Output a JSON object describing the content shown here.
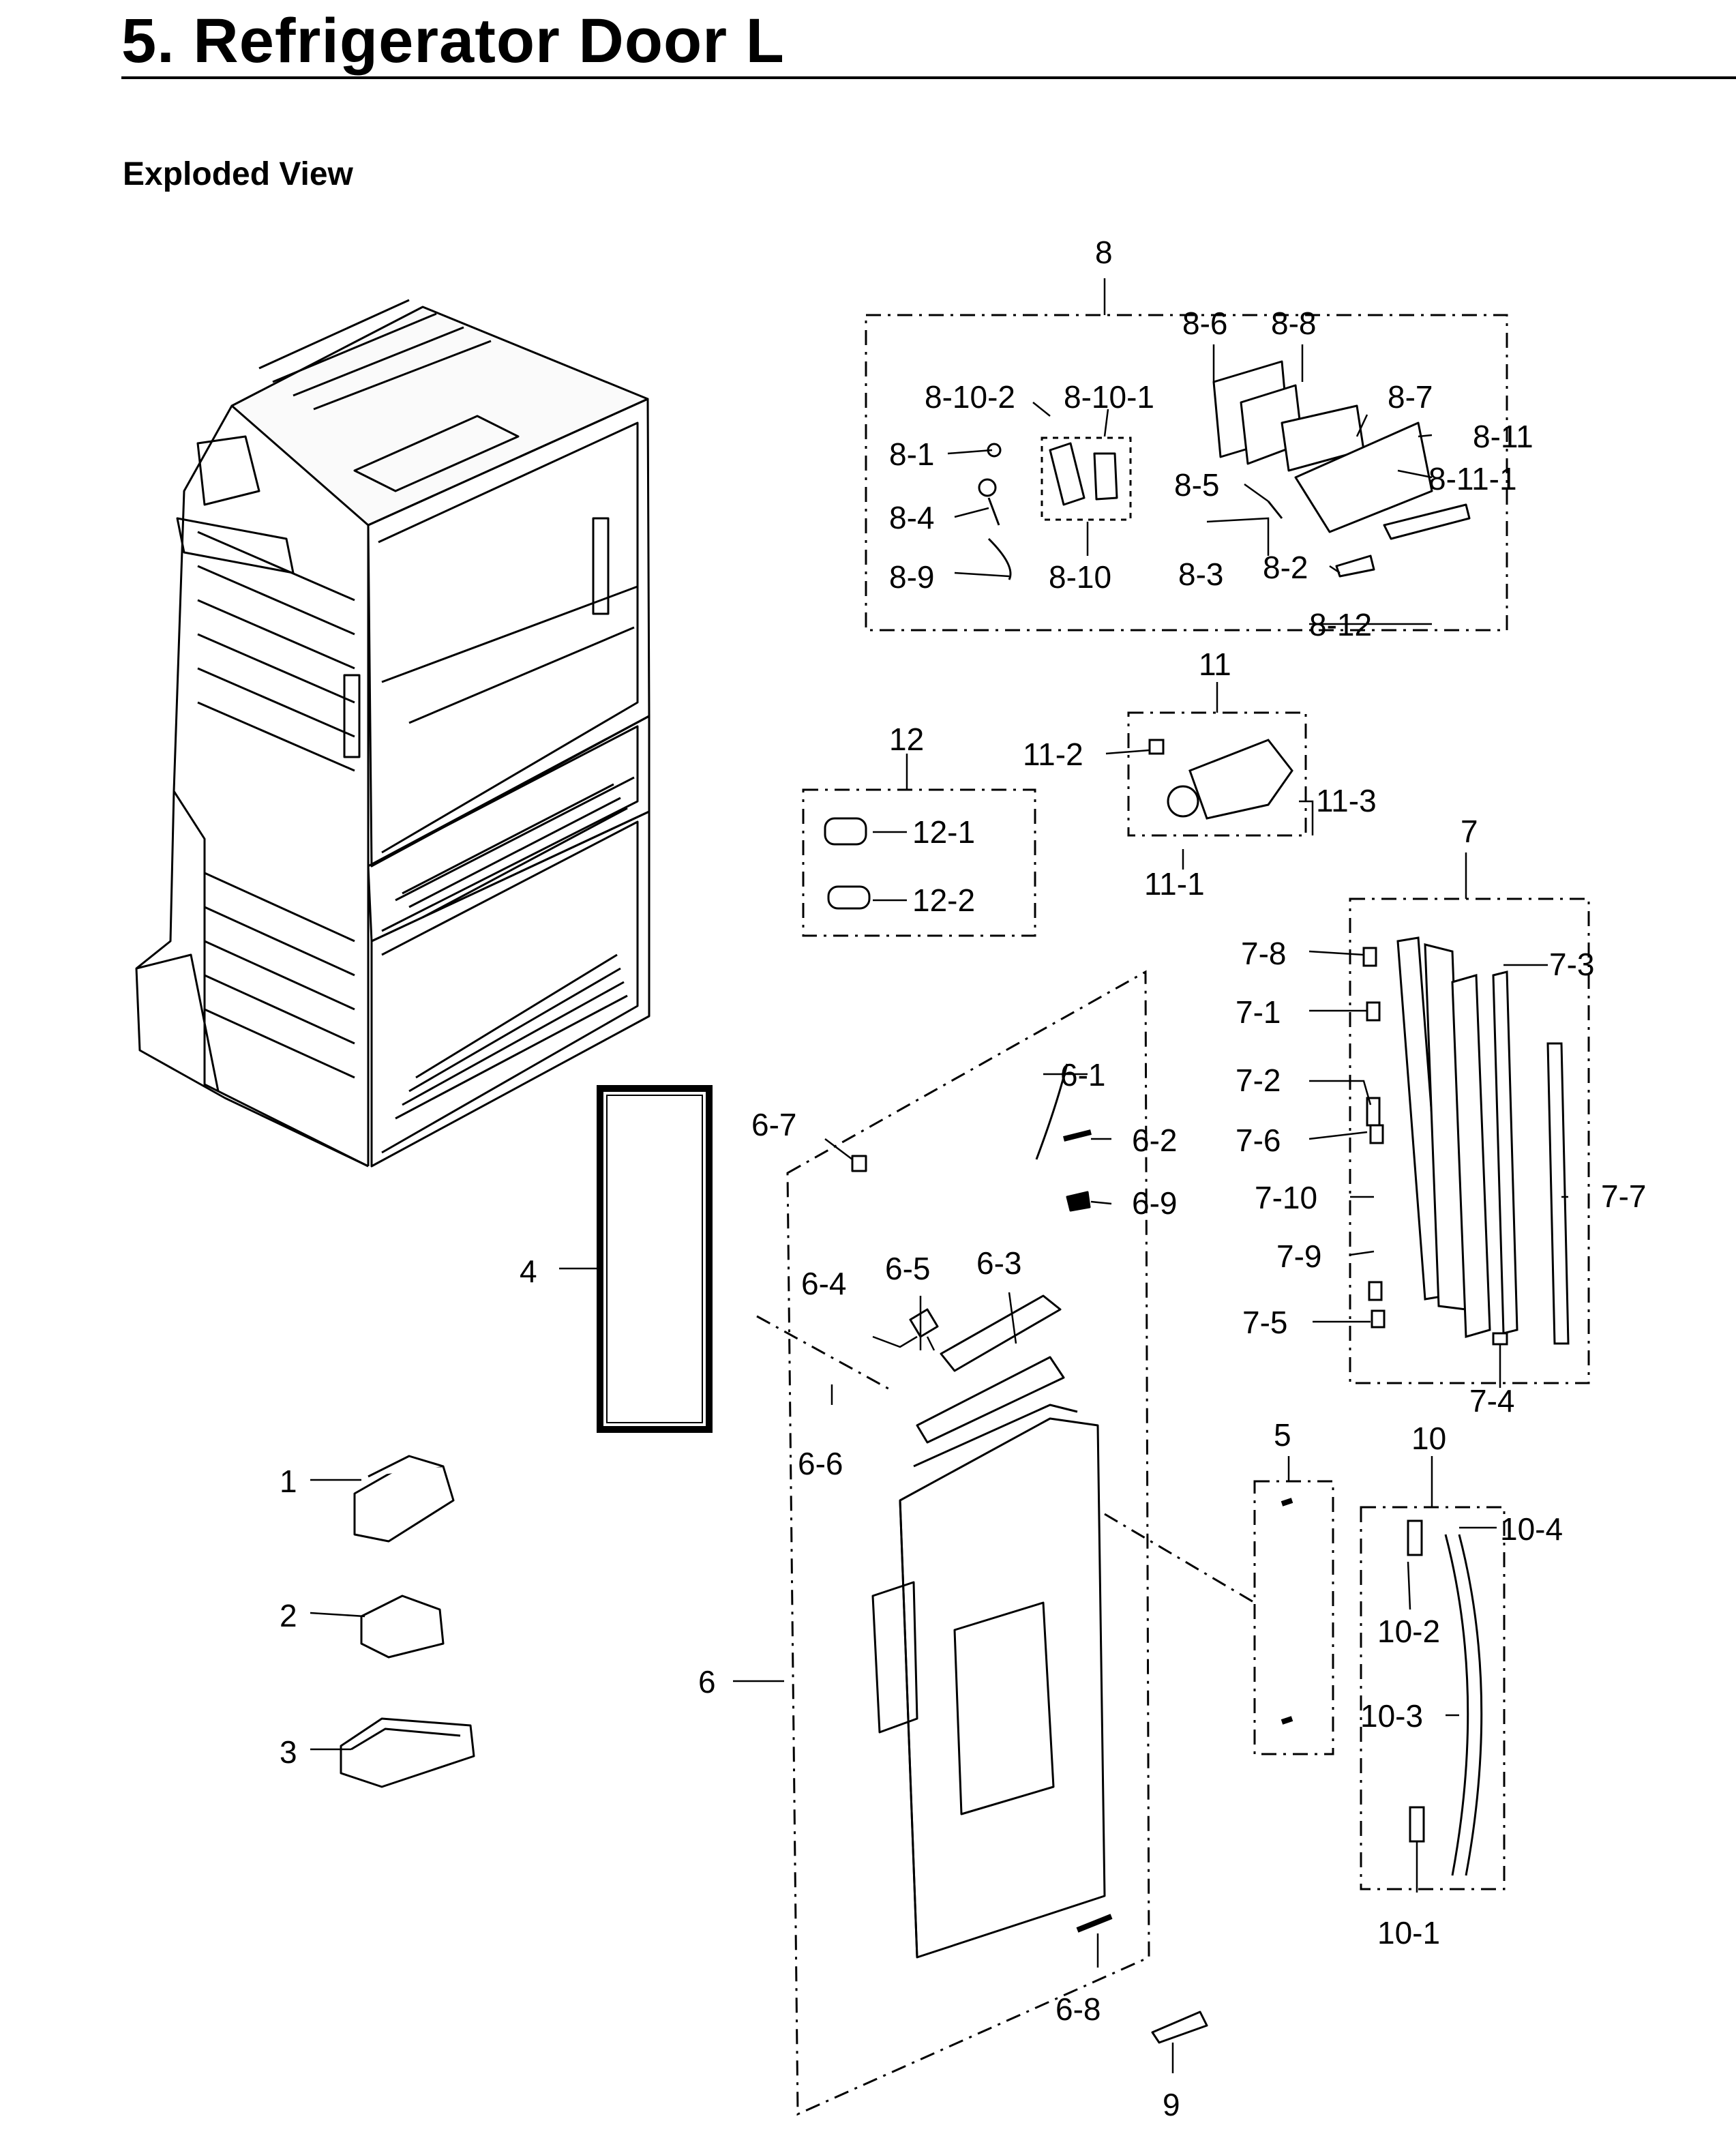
{
  "title": "5.  Refrigerator Door L",
  "subtitle": "Exploded View",
  "callouts": [
    "1",
    "2",
    "3",
    "4",
    "5",
    "6",
    "6-1",
    "6-2",
    "6-3",
    "6-4",
    "6-5",
    "6-6",
    "6-7",
    "6-8",
    "6-9",
    "7",
    "7-1",
    "7-2",
    "7-3",
    "7-4",
    "7-5",
    "7-6",
    "7-7",
    "7-8",
    "7-9",
    "7-10",
    "8",
    "8-1",
    "8-2",
    "8-3",
    "8-4",
    "8-5",
    "8-6",
    "8-7",
    "8-8",
    "8-9",
    "8-10",
    "8-10-2",
    "8-10-1",
    "8-11",
    "8-11-1",
    "8-12",
    "9",
    "10",
    "10-1",
    "10-2",
    "10-3",
    "10-4",
    "11",
    "11-1",
    "11-2",
    "11-3",
    "12",
    "12-1",
    "12-2"
  ]
}
